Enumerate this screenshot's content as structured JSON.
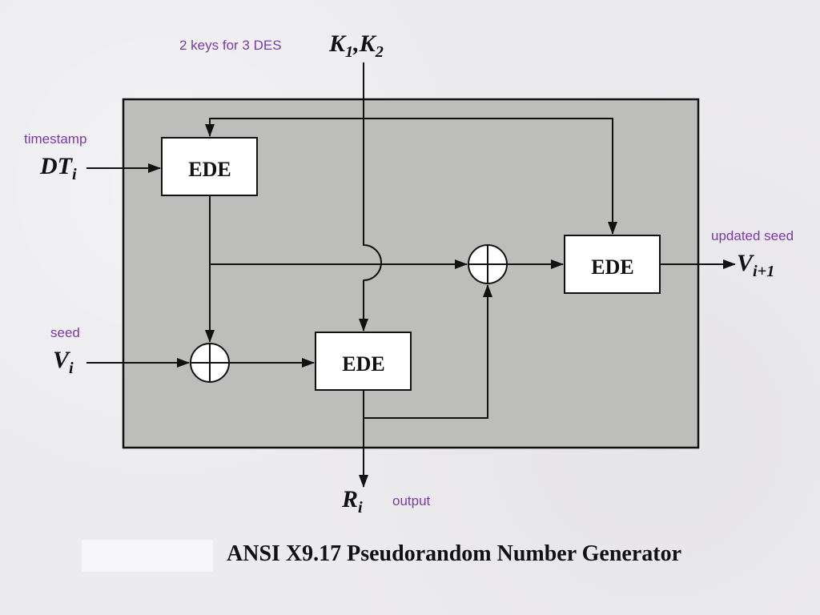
{
  "annotations": {
    "keys_note": "2 keys for 3 DES",
    "timestamp": "timestamp",
    "seed": "seed",
    "updated_seed": "updated seed",
    "output": "output"
  },
  "symbols": {
    "k1_base": "K",
    "k1_sub": "1",
    "comma": ",",
    "k2_base": "K",
    "k2_sub": "2",
    "dt_base": "DT",
    "dt_sub": "i",
    "v_base": "V",
    "v_sub": "i",
    "vnext_base": "V",
    "vnext_sub": "i+1",
    "r_base": "R",
    "r_sub": "i"
  },
  "blocks": {
    "ede_top": "EDE",
    "ede_middle": "EDE",
    "ede_right": "EDE"
  },
  "caption": "ANSI X9.17 Pseudorandom Number Generator",
  "colors": {
    "panel_fill": "#bdbebb",
    "annotation": "#7a3aa8",
    "line": "#111111"
  }
}
